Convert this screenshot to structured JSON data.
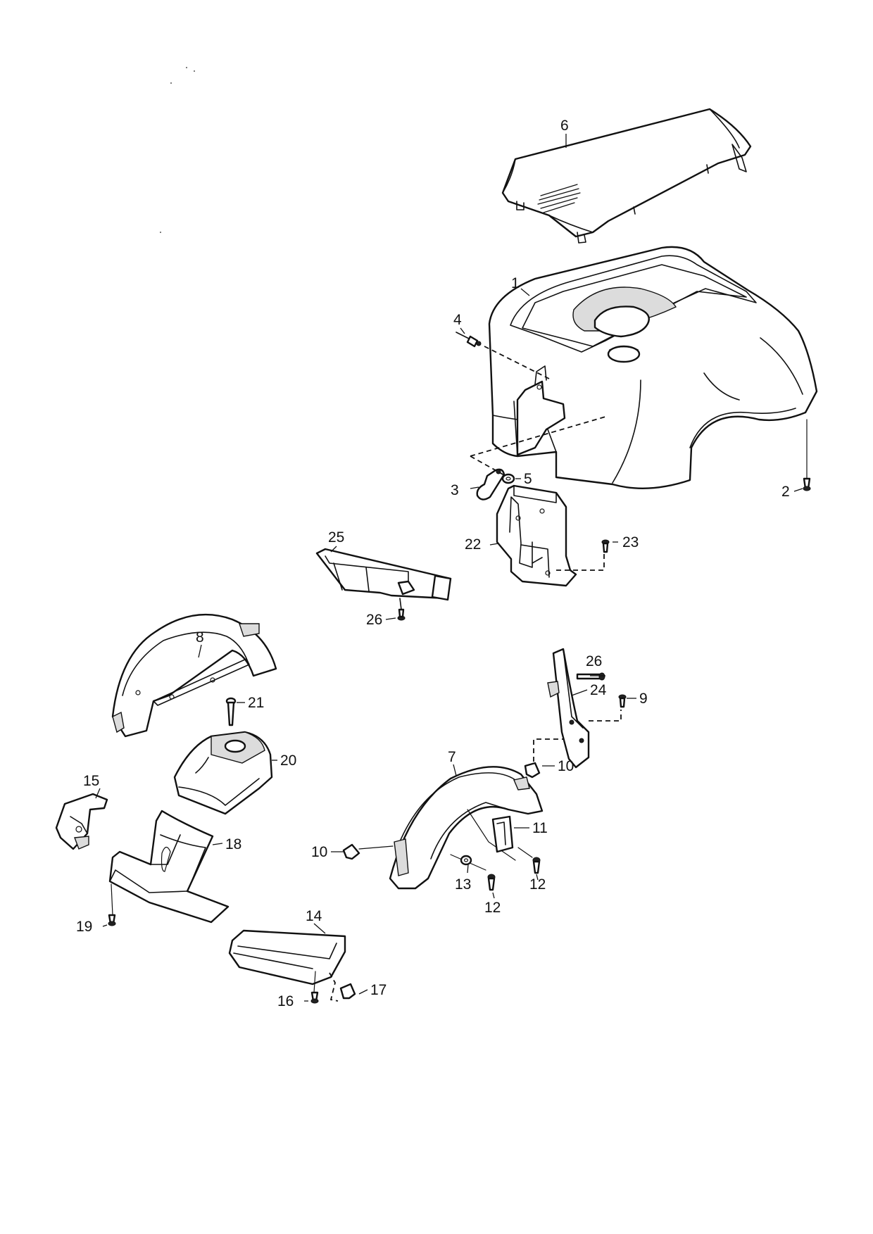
{
  "callouts": [
    {
      "id": "c1",
      "label": "1"
    },
    {
      "id": "c2",
      "label": "2"
    },
    {
      "id": "c3",
      "label": "3"
    },
    {
      "id": "c4",
      "label": "4"
    },
    {
      "id": "c5",
      "label": "5"
    },
    {
      "id": "c6",
      "label": "6"
    },
    {
      "id": "c7",
      "label": "7"
    },
    {
      "id": "c8",
      "label": "8"
    },
    {
      "id": "c9",
      "label": "9"
    },
    {
      "id": "c10a",
      "label": "10"
    },
    {
      "id": "c10b",
      "label": "10"
    },
    {
      "id": "c11",
      "label": "11"
    },
    {
      "id": "c12a",
      "label": "12"
    },
    {
      "id": "c12b",
      "label": "12"
    },
    {
      "id": "c13",
      "label": "13"
    },
    {
      "id": "c14",
      "label": "14"
    },
    {
      "id": "c15",
      "label": "15"
    },
    {
      "id": "c16",
      "label": "16"
    },
    {
      "id": "c17",
      "label": "17"
    },
    {
      "id": "c18",
      "label": "18"
    },
    {
      "id": "c19",
      "label": "19"
    },
    {
      "id": "c20",
      "label": "20"
    },
    {
      "id": "c21",
      "label": "21"
    },
    {
      "id": "c22",
      "label": "22"
    },
    {
      "id": "c23",
      "label": "23"
    },
    {
      "id": "c24",
      "label": "24"
    },
    {
      "id": "c25",
      "label": "25"
    },
    {
      "id": "c26a",
      "label": "26"
    },
    {
      "id": "c26b",
      "label": "26"
    }
  ]
}
